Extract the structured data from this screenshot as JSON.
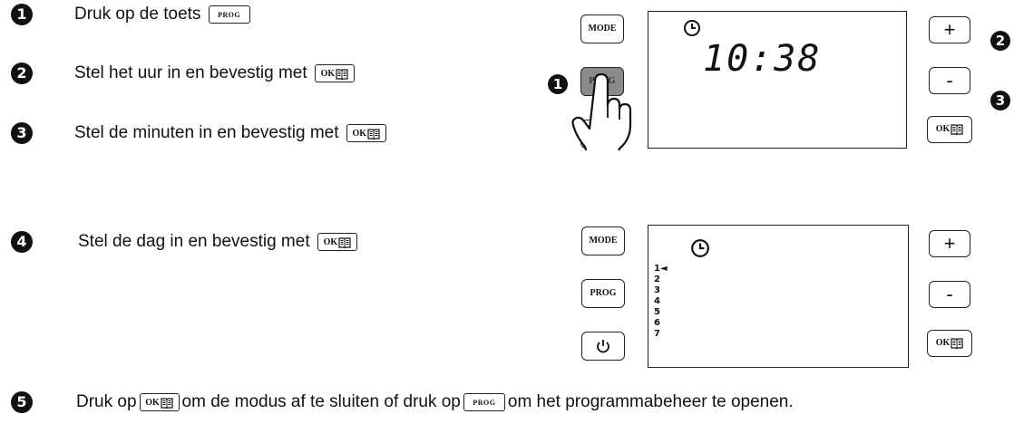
{
  "keys": {
    "prog": "PROG",
    "ok": "OK",
    "mode": "MODE",
    "plus": "+",
    "minus": "-"
  },
  "steps": [
    {
      "num": "1",
      "text": "Druk op de toets"
    },
    {
      "num": "2",
      "text": "Stel het uur in en bevestig met"
    },
    {
      "num": "3",
      "text": "Stel de minuten in en bevestig met"
    },
    {
      "num": "4",
      "text": "Stel de dag in en bevestig met"
    },
    {
      "num": "5",
      "text_a": "Druk op",
      "text_b": "om de modus af te sluiten of druk op",
      "text_c": "om het programmabeheer te openen."
    }
  ],
  "display1": {
    "time": "10:38"
  },
  "display2": {
    "days": [
      "1◄",
      "2",
      "3",
      "4",
      "5",
      "6",
      "7"
    ]
  },
  "callouts": {
    "left": "1",
    "right_top": "2",
    "right_bottom": "3"
  },
  "icons": [
    "clock-icon",
    "hand-pointer-icon",
    "book-icon",
    "power-icon"
  ]
}
